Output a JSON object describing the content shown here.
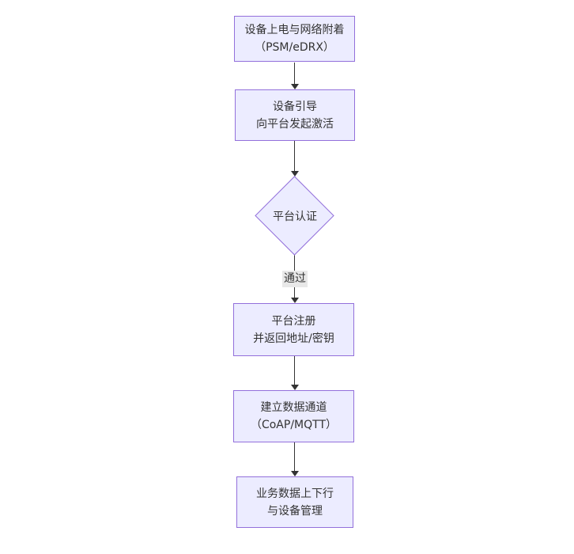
{
  "diagram": {
    "type": "flowchart",
    "direction": "top-down",
    "colors": {
      "bg": "#ffffff",
      "node_fill": "#ECECFF",
      "node_border": "#9370DB",
      "text_color": "#333333",
      "edge_color": "#333333",
      "edge_label_bg": "#e8e8e8"
    },
    "nodes": [
      {
        "id": "power-attach",
        "shape": "rect",
        "line1": "设备上电与网络附着",
        "line2": "（PSM/eDRX）"
      },
      {
        "id": "bootstrap",
        "shape": "rect",
        "line1": "设备引导",
        "line2": "向平台发起激活"
      },
      {
        "id": "platform-auth",
        "shape": "diamond",
        "line1": "平台认证",
        "line2": ""
      },
      {
        "id": "register",
        "shape": "rect",
        "line1": "平台注册",
        "line2": "并返回地址/密钥"
      },
      {
        "id": "data-channel",
        "shape": "rect",
        "line1": "建立数据通道",
        "line2": "（CoAP/MQTT）"
      },
      {
        "id": "business-data",
        "shape": "rect",
        "line1": "业务数据上下行",
        "line2": "与设备管理"
      }
    ],
    "edges": [
      {
        "from": "power-attach",
        "to": "bootstrap",
        "label": ""
      },
      {
        "from": "bootstrap",
        "to": "platform-auth",
        "label": ""
      },
      {
        "from": "platform-auth",
        "to": "register",
        "label": "通过"
      },
      {
        "from": "register",
        "to": "data-channel",
        "label": ""
      },
      {
        "from": "data-channel",
        "to": "business-data",
        "label": ""
      }
    ],
    "edge_label": "通过"
  }
}
